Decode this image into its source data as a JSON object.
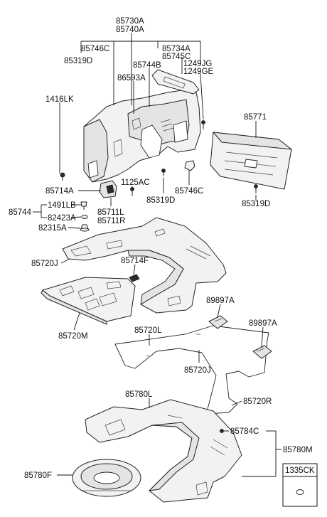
{
  "labels": {
    "l85730A": "85730A",
    "l85740A": "85740A",
    "l85746C_top": "85746C",
    "l85319D_top": "85319D",
    "l85734A": "85734A",
    "l85745C": "85745C",
    "l85744B": "85744B",
    "l1249JG": "1249JG",
    "l1249GE": "1249GE",
    "l86593A": "86593A",
    "l1416LK": "1416LK",
    "l85771": "85771",
    "l1125AC": "1125AC",
    "l85714A": "85714A",
    "l85746C_mid": "85746C",
    "l85319D_mid": "85319D",
    "l85319D_right": "85319D",
    "l85744": "85744",
    "l1491LB": "1491LB",
    "l82423A": "82423A",
    "l82315A": "82315A",
    "l85711L": "85711L",
    "l85711R": "85711R",
    "l85714F": "85714F",
    "l85720J_top": "85720J",
    "l85720M": "85720M",
    "l89897A_1": "89897A",
    "l89897A_2": "89897A",
    "l85720L": "85720L",
    "l85720J_bot": "85720J",
    "l85720R": "85720R",
    "l85780L": "85780L",
    "l85784C": "85784C",
    "l85780M": "85780M",
    "l85780F": "85780F",
    "l1335CK": "1335CK"
  }
}
